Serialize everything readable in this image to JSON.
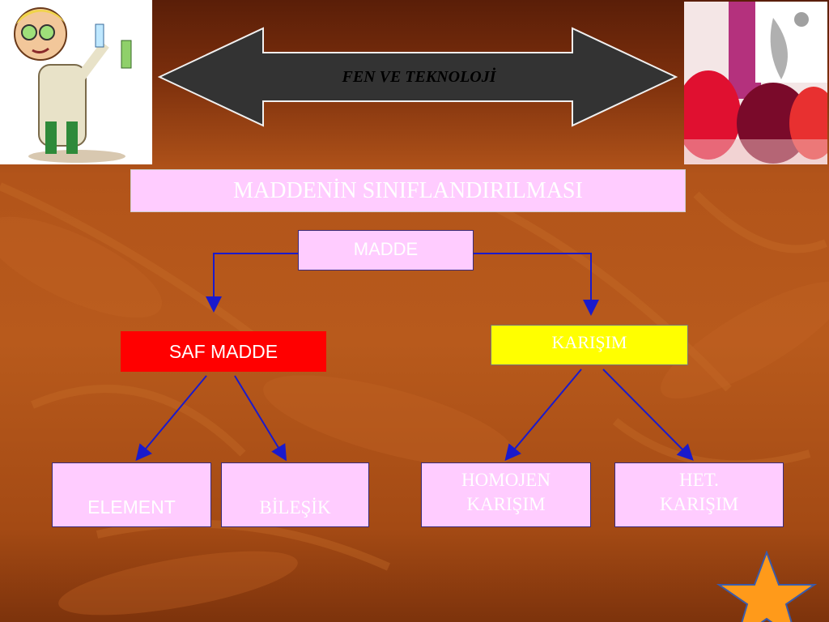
{
  "header": {
    "arrow_label": "FEN VE TEKNOLOJİ"
  },
  "title": "MADDENİN SINIFLANDIRILMASI",
  "diagram": {
    "root": "MADDE",
    "left": "SAF MADDE",
    "right": "KARIŞIM",
    "leaves": {
      "element": "ELEMENT",
      "bilesik": "BİLEŞİK",
      "homojen": "HOMOJEN KARIŞIM",
      "het": "HET. KARIŞIM"
    }
  },
  "colors": {
    "background": "#b2541a",
    "pink": "#ffccff",
    "red": "#ff0000",
    "yellow": "#ffff00",
    "arrow_fill": "#333333",
    "connector": "#1a1acc",
    "star": "#ff9a1a"
  },
  "icons": [
    "scientist-clipart-icon",
    "beakers-photo-icon",
    "star-icon"
  ]
}
